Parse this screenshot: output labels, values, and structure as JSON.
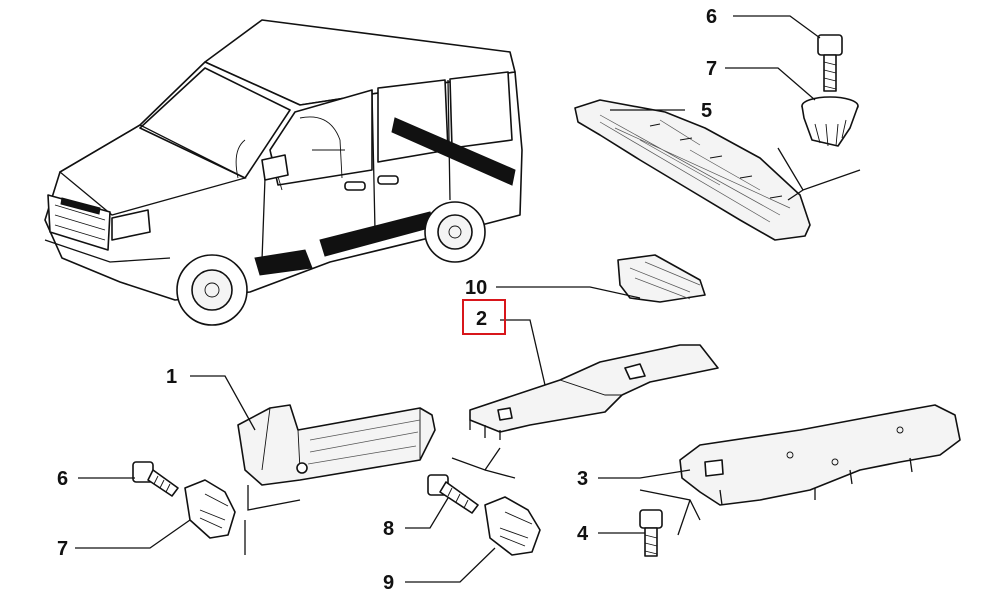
{
  "callouts": {
    "c1": "1",
    "c2": "2",
    "c3": "3",
    "c4": "4",
    "c5": "5",
    "c6_top": "6",
    "c7_top": "7",
    "c6_left": "6",
    "c7_left": "7",
    "c8": "8",
    "c9": "9",
    "c10": "10"
  },
  "highlight": {
    "callout": "2",
    "color": "#d8161b"
  },
  "icons": [
    "van-illustration",
    "sill-trim-part",
    "floor-trim-part",
    "screw-icon",
    "clip-icon"
  ]
}
